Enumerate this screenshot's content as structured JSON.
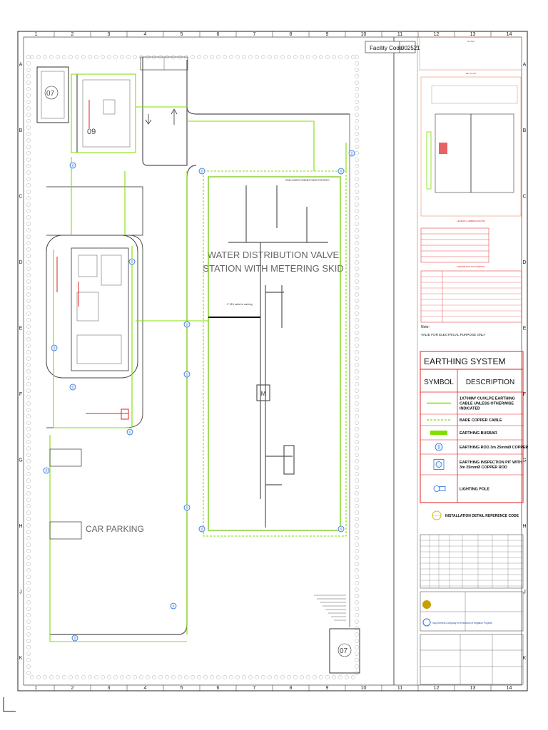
{
  "facility_code": {
    "label": "Facility Code",
    "value": "002521"
  },
  "grid": {
    "columns": [
      "1",
      "2",
      "3",
      "4",
      "5",
      "6",
      "7",
      "8",
      "9",
      "10",
      "11",
      "12",
      "13",
      "14"
    ],
    "rows": [
      "A",
      "B",
      "C",
      "D",
      "E",
      "F",
      "G",
      "H",
      "J",
      "K"
    ]
  },
  "plan": {
    "valve_station_line1": "WATER DISTRIBUTION VALVE",
    "valve_station_line2": "STATION WITH METERING SKID",
    "car_parking": "CAR PARKING",
    "building_07_top": "07",
    "building_09": "09",
    "building_07_bottom": "07",
    "meter_label": "M",
    "notes": [
      "2\" 35 ft cable for earthing",
      "HPAC EARTH CONNECTIONS PER SPEC"
    ]
  },
  "title_block": {
    "notes_heading": "NOTES",
    "key_plan_heading": "KEY PLAN",
    "legend_heading": "LEGEND & ABBREVIATIONS",
    "reference_heading": "REFERENCE DOCUMENTS",
    "note_label": "Note:",
    "note_text": "VALID FOR ELECTRICAL PURPOSE ONLY"
  },
  "legend": {
    "title": "EARTHING SYSTEM",
    "symbol_header": "SYMBOL",
    "description_header": "DESCRIPTION",
    "rows": [
      {
        "description": "1X70MM² CU/XLPE EARTHING CABLE UNLESS OTHERWISE INDICATED",
        "icon": "green-cable-line"
      },
      {
        "description": "BARE COPPER CABLE",
        "icon": "dashed-cable-line"
      },
      {
        "description": "EARTHING BUSBAR",
        "icon": "busbar-icon"
      },
      {
        "description": "EARTHING ROD 3m 25mmØ COPPER",
        "icon": "earth-rod-icon"
      },
      {
        "description": "EARTHING INSPECTION PIT WITH 3m 25mmØ COPPER ROD",
        "icon": "inspection-pit-icon"
      },
      {
        "description": "LIGHTING POLE",
        "icon": "lighting-pole-icon"
      }
    ],
    "installation_ref": "INSTALLATION DETAIL REFERENCE CODE"
  },
  "company": {
    "name": "Iraq General Company for Execution of Irrigation Projects"
  },
  "colors": {
    "earth_cable": "#7ee000",
    "red_line": "#e02020",
    "frame": "#222222",
    "blue_symbol": "#2a6fd6"
  }
}
